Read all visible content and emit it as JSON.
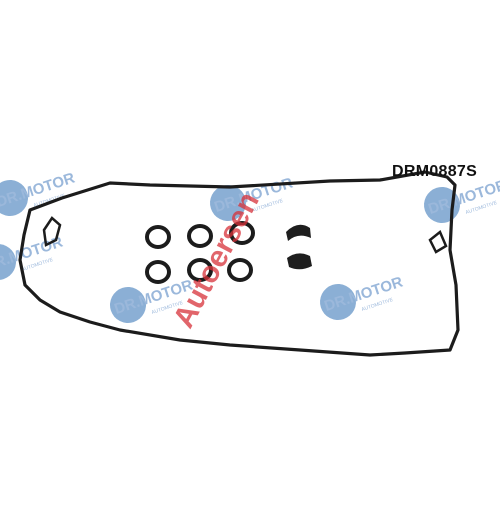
{
  "product": {
    "part_code": "DRM0887S"
  },
  "watermark": {
    "brand_text": "DR.MOTOR",
    "brand_sub": "AUTOMOTIVE",
    "dealer_text": "Autoersen"
  },
  "colors": {
    "background": "#ffffff",
    "gasket": "#1c1c1c",
    "brand_circle": "#2d6fb3",
    "brand_text": "#4b7fbf",
    "dealer_text": "#d8323a"
  }
}
